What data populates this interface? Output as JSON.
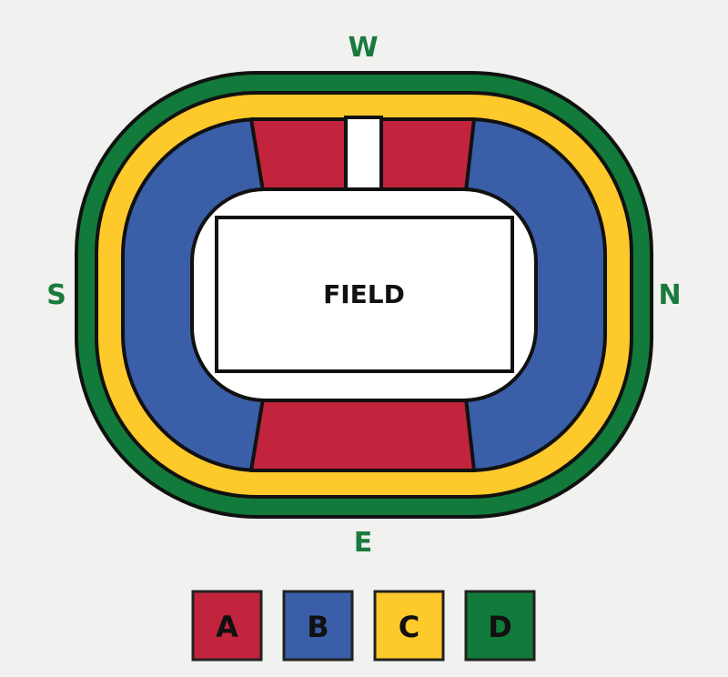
{
  "compass": {
    "north": "N",
    "south": "S",
    "east": "E",
    "west": "W"
  },
  "field": {
    "label": "FIELD"
  },
  "colors": {
    "A": "#c1243c",
    "B": "#3a5ea8",
    "C": "#fdc92b",
    "D": "#127a3a",
    "field": "#ffffff",
    "outline": "#111111",
    "compass": "#1a7a3e",
    "background": "#f1f1ef"
  },
  "legend": [
    {
      "key": "A",
      "label": "A"
    },
    {
      "key": "B",
      "label": "B"
    },
    {
      "key": "C",
      "label": "C"
    },
    {
      "key": "D",
      "label": "D"
    }
  ]
}
